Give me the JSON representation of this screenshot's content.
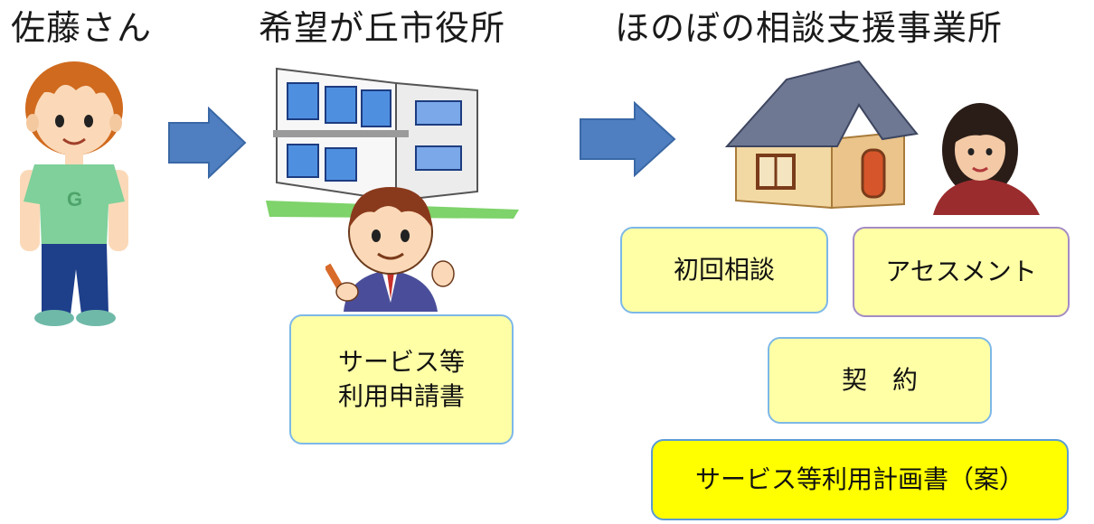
{
  "headings": {
    "person": "佐藤さん",
    "city_office": "希望が丘市役所",
    "support_office": "ほのぼの相談支援事業所"
  },
  "boxes": {
    "application": "サービス等\n利用申請書",
    "first_consult": "初回相談",
    "assessment": "アセスメント",
    "contract": "契　約",
    "plan_draft": "サービス等利用計画書（案）"
  },
  "colors": {
    "arrow": "#4f7fc0",
    "box_fill": "#ffffa6",
    "box_border": "#7db8e8",
    "plan_fill": "#ffff00"
  }
}
